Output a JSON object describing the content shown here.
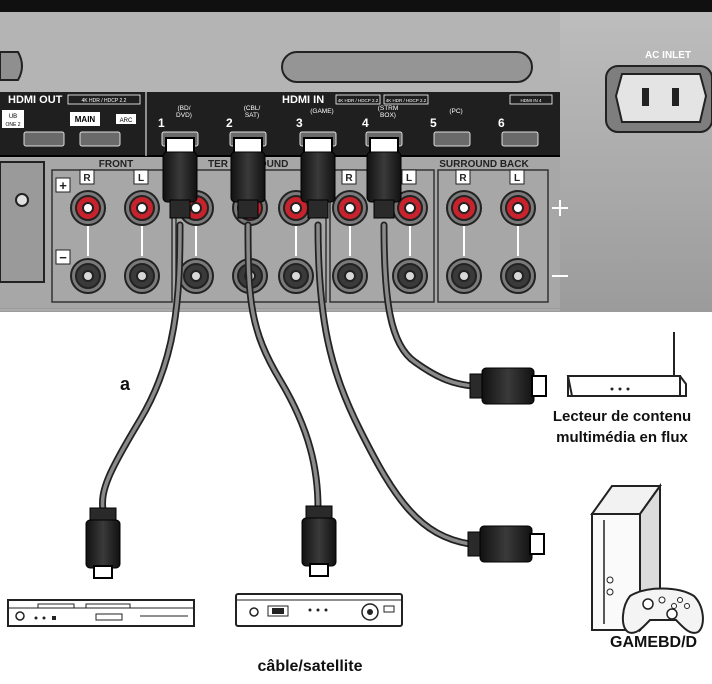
{
  "receiver": {
    "ac_inlet": "AC INLET",
    "hdmi_out": {
      "title": "HDMI OUT",
      "spec_box": "4K HDR / HDCP 2.2",
      "sub_label_1": "UB",
      "sub_label_2": "ONE 2",
      "main": "MAIN",
      "arc": "ARC"
    },
    "hdmi_in": {
      "title": "HDMI IN",
      "spec_box_1": "4K HDR / HDCP 2.2",
      "spec_box_2": "4K HDR / HDCP 2.2",
      "spec_box_3": "HDMI IN 4",
      "ports": [
        {
          "number": "1",
          "label": "(BD/\nDVD)"
        },
        {
          "number": "2",
          "label": "(CBL/\nSAT)"
        },
        {
          "number": "3",
          "label": "(GAME)"
        },
        {
          "number": "4",
          "label": "(STRM\nBOX)"
        },
        {
          "number": "5",
          "label": "(PC)"
        },
        {
          "number": "6",
          "label": ""
        }
      ]
    },
    "speakers": {
      "front": "FRONT",
      "center_surround": "TER",
      "surround": "ROUND",
      "surround_back": "SURROUND BACK",
      "r": "R",
      "l": "L",
      "plus": "+",
      "minus": "−"
    }
  },
  "cable_label": "a",
  "devices": {
    "streaming": {
      "line1": "Lecteur de contenu",
      "line2": "multimédia en flux"
    },
    "game": "GAMEBD/D",
    "cable_sat": "câble/satellite"
  },
  "colors": {
    "panel": "#a9a9a9",
    "panel_dark": "#1f1f1f",
    "terminal_red": "#c8232c",
    "cable": "#6f6f6f"
  }
}
